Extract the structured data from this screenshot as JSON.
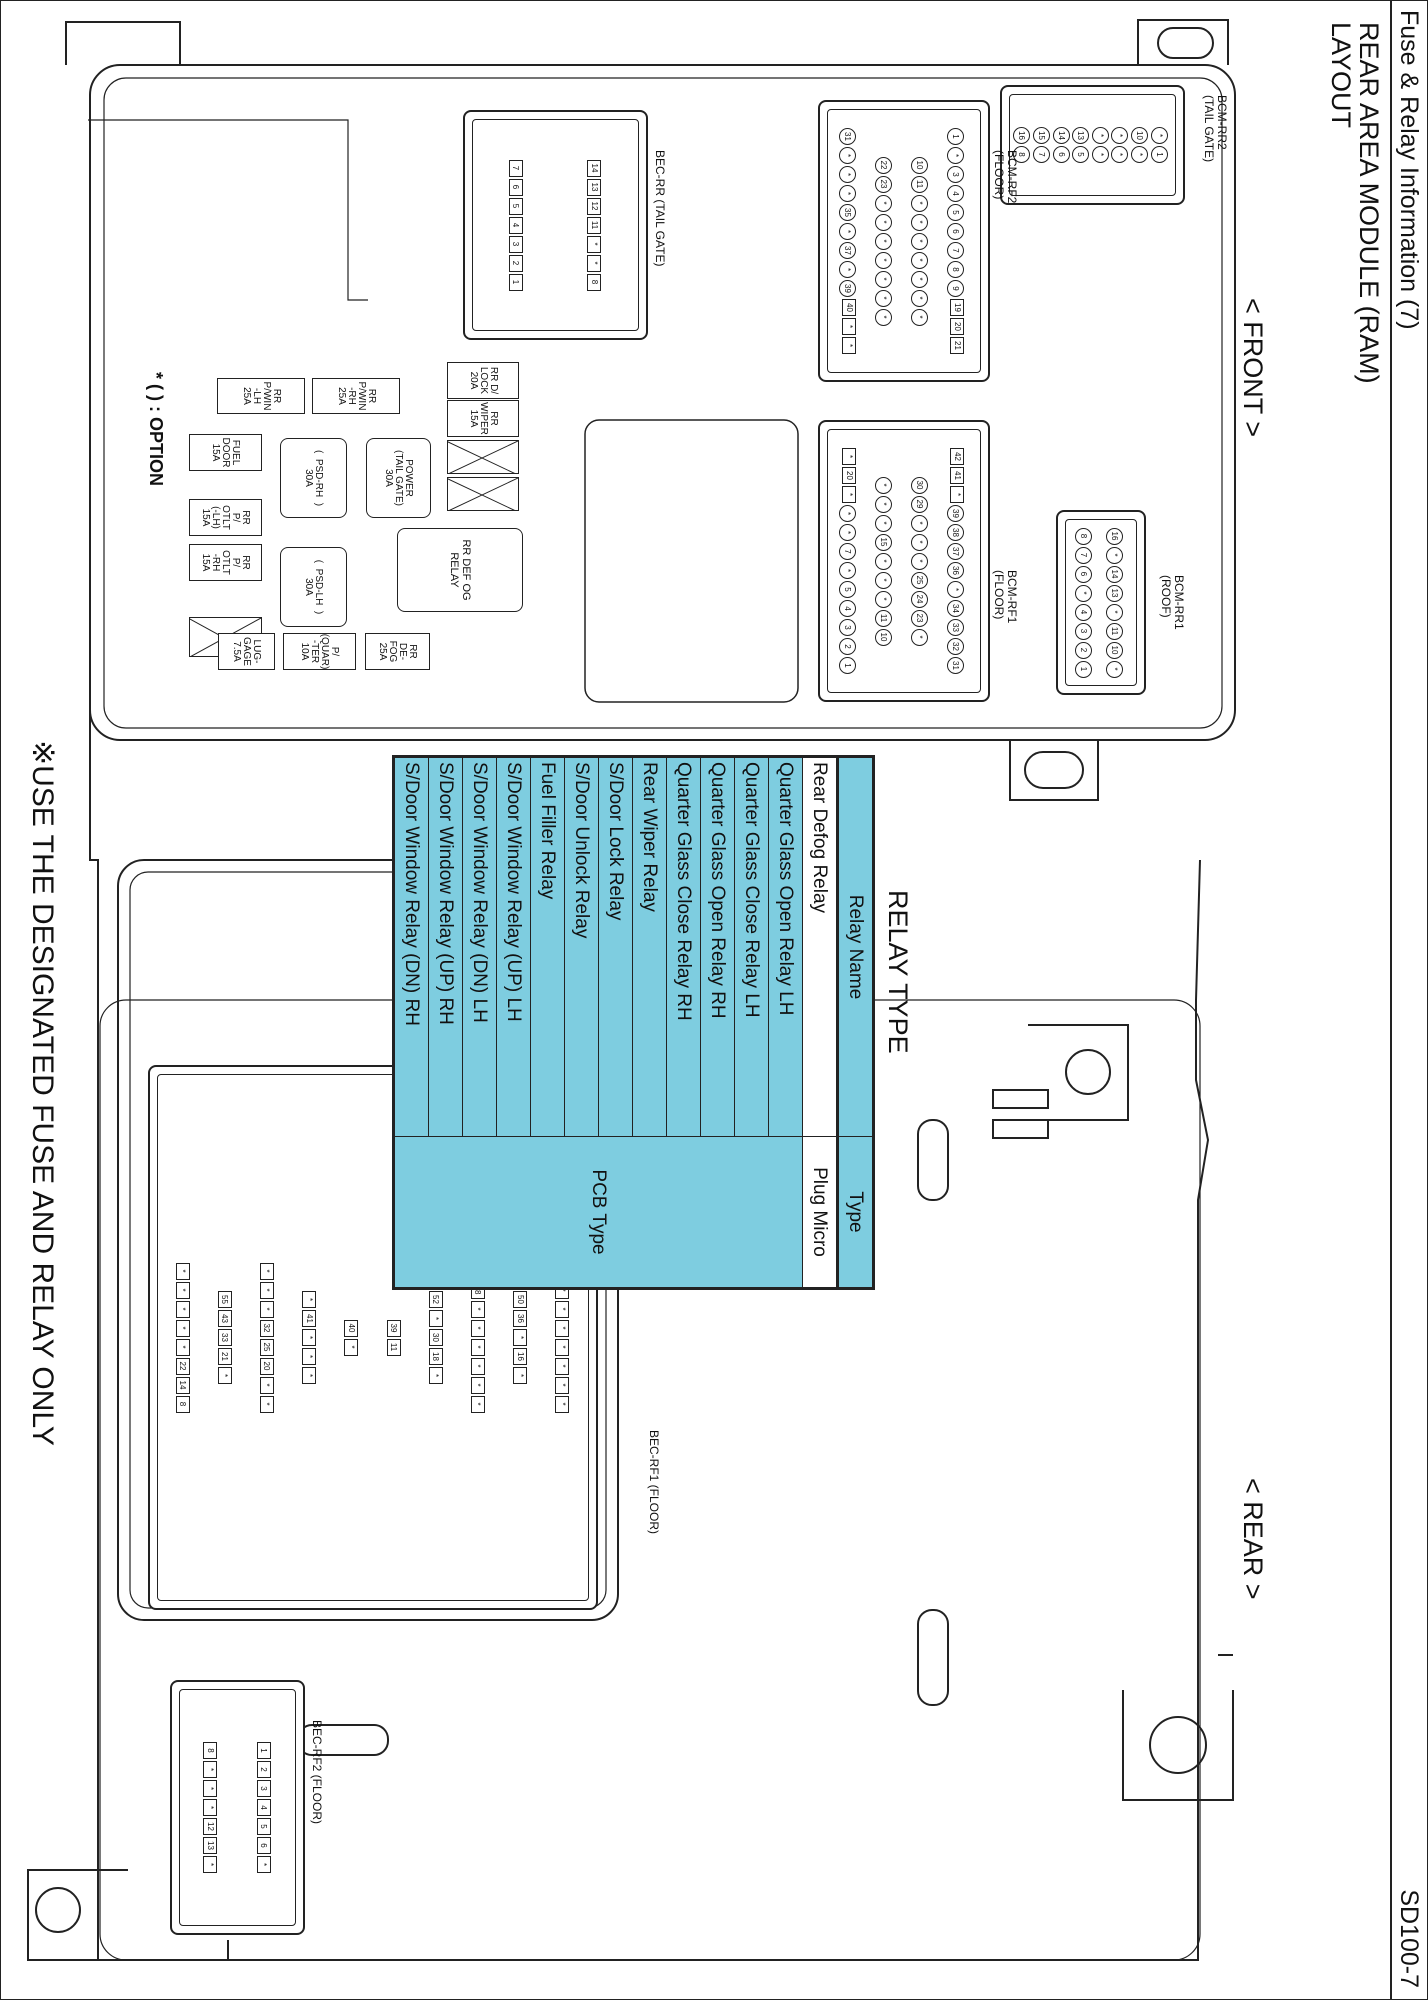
{
  "header": {
    "title": "Fuse & Relay Information (7)",
    "page_code": "SD100-7"
  },
  "module": {
    "title": "REAR AREA MODULE (RAM)",
    "subtitle": "LAYOUT",
    "front_label": "< FRONT >",
    "rear_label": "< REAR >"
  },
  "option_note": "* ( ) : OPTION",
  "footer_note": "※USE THE DESIGNATED FUSE AND RELAY ONLY",
  "fuses": [
    {
      "label": "RR\nP/WIN\n-LH\n25A"
    },
    {
      "label": "RR\nP/WIN\n-RH\n25A"
    },
    {
      "label": "RR D/\nLOCK\n20A"
    },
    {
      "label": "RR\nWIPER\n15A"
    },
    {
      "label": "FUEL\nDOOR\n15A"
    },
    {
      "label": "(  PSD-RH  )\n30A"
    },
    {
      "label": "POWER\n(TAIL GATE)\n30A"
    },
    {
      "label": "RR\nP/\nOTLT\n(-LH)\n15A"
    },
    {
      "label": "RR\nP/\nOTLT\n-RH\n15A"
    },
    {
      "label": "(  PSD-LH  )\n30A"
    },
    {
      "label": "RR DEF OG\nRELAY"
    },
    {
      "label": "LUG-\nGAGE\n7.5A"
    },
    {
      "label": "P/\n(QUAR)\n-TER\n10A"
    },
    {
      "label": "RR\nDE-\nFOG\n25A"
    }
  ],
  "connectors": {
    "bcm_rr2": {
      "label": "BCM-RR2\n(TAIL GATE)",
      "rows": [
        {
          "c": [
            "*",
            "1"
          ]
        },
        {
          "c": [
            "10",
            "*"
          ]
        },
        {
          "c": [
            "*",
            "*"
          ]
        },
        {
          "c": [
            "*",
            "*"
          ]
        },
        {
          "c": [
            "13",
            "5"
          ]
        },
        {
          "c": [
            "14",
            "6"
          ]
        },
        {
          "c": [
            "15",
            "7"
          ]
        },
        {
          "c": [
            "16",
            "8"
          ]
        }
      ]
    },
    "bcm_rf2": {
      "label": "BCM-RF2\n(FLOOR)",
      "rows": [
        {
          "c": [
            "1",
            "*",
            "3",
            "4",
            "5",
            "6",
            "7",
            "8",
            "9"
          ],
          "s": [
            "19",
            "20",
            "21"
          ]
        },
        {
          "c": [
            "10",
            "11",
            "*",
            "*",
            "*",
            "*",
            "*",
            "*",
            "*"
          ]
        },
        {
          "c": [
            "22",
            "23",
            "*",
            "*",
            "*",
            "*",
            "*",
            "*",
            "*"
          ]
        },
        {
          "c": [
            "31",
            "*",
            "*",
            "*",
            "35",
            "*",
            "37",
            "*",
            "39"
          ],
          "s": [
            "40",
            "*",
            "*"
          ]
        }
      ]
    },
    "bcm_rf1": {
      "label": "BCM-RF1\n(FLOOR)",
      "rows": [
        {
          "s": [
            "42",
            "41",
            "*"
          ],
          "c": [
            "39",
            "38",
            "37",
            "36",
            "*",
            "34",
            "33",
            "32",
            "31"
          ]
        },
        {
          "c": [
            "30",
            "29",
            "*",
            "*",
            "*",
            "25",
            "24",
            "23",
            "*"
          ]
        },
        {
          "c": [
            "*",
            "*",
            "*",
            "15",
            "*",
            "*",
            "*",
            "11",
            "10"
          ]
        },
        {
          "s": [
            "*",
            "20",
            "*"
          ],
          "c": [
            "*",
            "*",
            "7",
            "*",
            "5",
            "4",
            "3",
            "2",
            "1"
          ]
        }
      ]
    },
    "bcm_rr1": {
      "label": "BCM-RR1\n(ROOF)",
      "rows": [
        {
          "c": [
            "16",
            "*",
            "14",
            "13",
            "*",
            "11",
            "10",
            "*"
          ]
        },
        {
          "c": [
            "8",
            "7",
            "6",
            "*",
            "4",
            "3",
            "2",
            "1"
          ]
        }
      ]
    },
    "bec_rr": {
      "label": "BEC-RR (TAIL GATE)",
      "rows": [
        {
          "s": [
            "14",
            "13",
            "12",
            "11",
            "*",
            "*",
            "8"
          ]
        },
        {
          "s": [
            "7",
            "6",
            "5",
            "4",
            "3",
            "2",
            "1"
          ]
        }
      ]
    },
    "bec_rf1": {
      "label": "BEC-RF1 (FLOOR)",
      "rows": [
        {
          "s": [
            "*",
            "*",
            "*",
            "*",
            "*",
            "*",
            "*",
            "*"
          ]
        },
        {
          "s": [
            "50",
            "36",
            "*",
            "16",
            "*"
          ]
        },
        {
          "s": [
            "*",
            "48",
            "*",
            "*",
            "*",
            "*",
            "*",
            "*"
          ]
        },
        {
          "s": [
            "52",
            "*",
            "30",
            "18",
            "*"
          ]
        },
        {
          "s": [
            "39",
            "11"
          ]
        },
        {
          "s": [
            "40",
            "*"
          ]
        },
        {
          "s": [
            "*",
            "41",
            "*",
            "*",
            "*"
          ]
        },
        {
          "s": [
            "*",
            "*",
            "*",
            "32",
            "25",
            "20",
            "*",
            "*"
          ]
        },
        {
          "s": [
            "55",
            "43",
            "33",
            "21",
            "*"
          ]
        },
        {
          "s": [
            "*",
            "*",
            "*",
            "*",
            "*",
            "22",
            "14",
            "8"
          ]
        }
      ]
    },
    "bec_rf2": {
      "label": "BEC-RF2 (FLOOR)",
      "rows": [
        {
          "s": [
            "1",
            "2",
            "3",
            "4",
            "5",
            "6",
            "*"
          ]
        },
        {
          "s": [
            "8",
            "*",
            "*",
            "*",
            "12",
            "13",
            "*"
          ]
        }
      ]
    }
  },
  "relay_table": {
    "title": "RELAY TYPE",
    "headers": {
      "name": "Relay Name",
      "type": "Type"
    },
    "rows": [
      {
        "name": "Rear Defog Relay",
        "type": "Plug Micro"
      },
      {
        "name": "Quarter Glass Open Relay LH"
      },
      {
        "name": "Quarter Glass Close Relay LH"
      },
      {
        "name": "Quarter Glass Open Relay RH"
      },
      {
        "name": "Quarter Glass Close Relay RH"
      },
      {
        "name": "Rear Wiper Relay"
      },
      {
        "name": "S/Door Lock Relay"
      },
      {
        "name": "S/Door Unlock Relay"
      },
      {
        "name": "Fuel Filler Relay"
      },
      {
        "name": "S/Door Window Relay (UP) LH"
      },
      {
        "name": "S/Door Window Relay (DN) LH"
      },
      {
        "name": "S/Door Window Relay (UP) RH"
      },
      {
        "name": "S/Door Window Relay (DN) RH"
      }
    ],
    "pcb_type": "PCB Type",
    "colors": {
      "fill": "#7ecde0",
      "highlight": "#ffffff"
    }
  }
}
